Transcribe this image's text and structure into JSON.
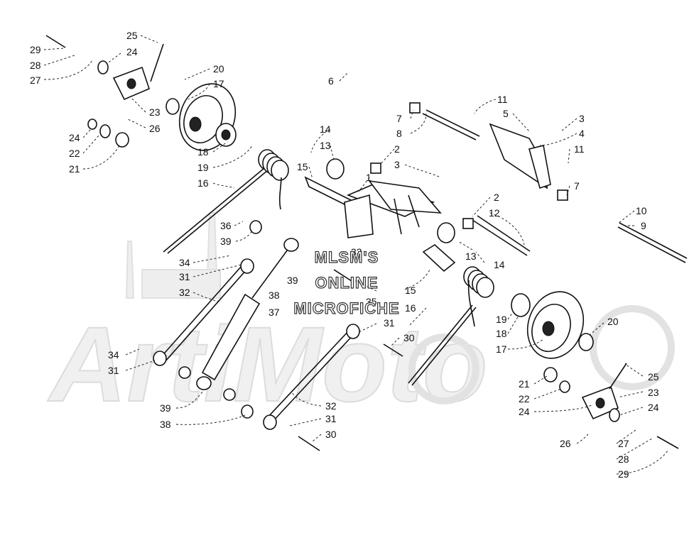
{
  "watermark": {
    "lines": [
      "MLSM'S",
      "ONLINE",
      "MICROFICHE"
    ]
  },
  "logo": {
    "text": "ArtiMoto",
    "color": "#e6e6e6"
  },
  "callouts": [
    {
      "id": "c29a",
      "label": "29"
    },
    {
      "id": "c28a",
      "label": "28"
    },
    {
      "id": "c27a",
      "label": "27"
    },
    {
      "id": "c25a",
      "label": "25"
    },
    {
      "id": "c24a",
      "label": "24"
    },
    {
      "id": "c20a",
      "label": "20"
    },
    {
      "id": "c17a",
      "label": "17"
    },
    {
      "id": "c23a",
      "label": "23"
    },
    {
      "id": "c26a",
      "label": "26"
    },
    {
      "id": "c24b",
      "label": "24"
    },
    {
      "id": "c22a",
      "label": "22"
    },
    {
      "id": "c21a",
      "label": "21"
    },
    {
      "id": "c18a",
      "label": "18"
    },
    {
      "id": "c19a",
      "label": "19"
    },
    {
      "id": "c16a",
      "label": "16"
    },
    {
      "id": "c14a",
      "label": "14"
    },
    {
      "id": "c13a",
      "label": "13"
    },
    {
      "id": "c15a",
      "label": "15"
    },
    {
      "id": "c1",
      "label": "1"
    },
    {
      "id": "c2a",
      "label": "2"
    },
    {
      "id": "c3a",
      "label": "3"
    },
    {
      "id": "c6",
      "label": "6"
    },
    {
      "id": "c7a",
      "label": "7"
    },
    {
      "id": "c8",
      "label": "8"
    },
    {
      "id": "c11a",
      "label": "11"
    },
    {
      "id": "c5",
      "label": "5"
    },
    {
      "id": "c3b",
      "label": "3"
    },
    {
      "id": "c4",
      "label": "4"
    },
    {
      "id": "c11b",
      "label": "11"
    },
    {
      "id": "c7b",
      "label": "7"
    },
    {
      "id": "c2b",
      "label": "2"
    },
    {
      "id": "c12",
      "label": "12"
    },
    {
      "id": "c10",
      "label": "10"
    },
    {
      "id": "c9",
      "label": "9"
    },
    {
      "id": "c36",
      "label": "36"
    },
    {
      "id": "c39a",
      "label": "39"
    },
    {
      "id": "c34a",
      "label": "34"
    },
    {
      "id": "c31a",
      "label": "31"
    },
    {
      "id": "c32a",
      "label": "32"
    },
    {
      "id": "c33",
      "label": "33"
    },
    {
      "id": "c39b",
      "label": "39"
    },
    {
      "id": "c38a",
      "label": "38"
    },
    {
      "id": "c37",
      "label": "37"
    },
    {
      "id": "c35",
      "label": "35"
    },
    {
      "id": "c13b",
      "label": "13"
    },
    {
      "id": "c14b",
      "label": "14"
    },
    {
      "id": "c15b",
      "label": "15"
    },
    {
      "id": "c16b",
      "label": "16"
    },
    {
      "id": "c31b",
      "label": "31"
    },
    {
      "id": "c30a",
      "label": "30"
    },
    {
      "id": "c19b",
      "label": "19"
    },
    {
      "id": "c18b",
      "label": "18"
    },
    {
      "id": "c17b",
      "label": "17"
    },
    {
      "id": "c20b",
      "label": "20"
    },
    {
      "id": "c34b",
      "label": "34"
    },
    {
      "id": "c31c",
      "label": "31"
    },
    {
      "id": "c39c",
      "label": "39"
    },
    {
      "id": "c38b",
      "label": "38"
    },
    {
      "id": "c32b",
      "label": "32"
    },
    {
      "id": "c31d",
      "label": "31"
    },
    {
      "id": "c30b",
      "label": "30"
    },
    {
      "id": "c25b",
      "label": "25"
    },
    {
      "id": "c21b",
      "label": "21"
    },
    {
      "id": "c22b",
      "label": "22"
    },
    {
      "id": "c23b",
      "label": "23"
    },
    {
      "id": "c24c",
      "label": "24"
    },
    {
      "id": "c24d",
      "label": "24"
    },
    {
      "id": "c26b",
      "label": "26"
    },
    {
      "id": "c27b",
      "label": "27"
    },
    {
      "id": "c28b",
      "label": "28"
    },
    {
      "id": "c29b",
      "label": "29"
    }
  ]
}
